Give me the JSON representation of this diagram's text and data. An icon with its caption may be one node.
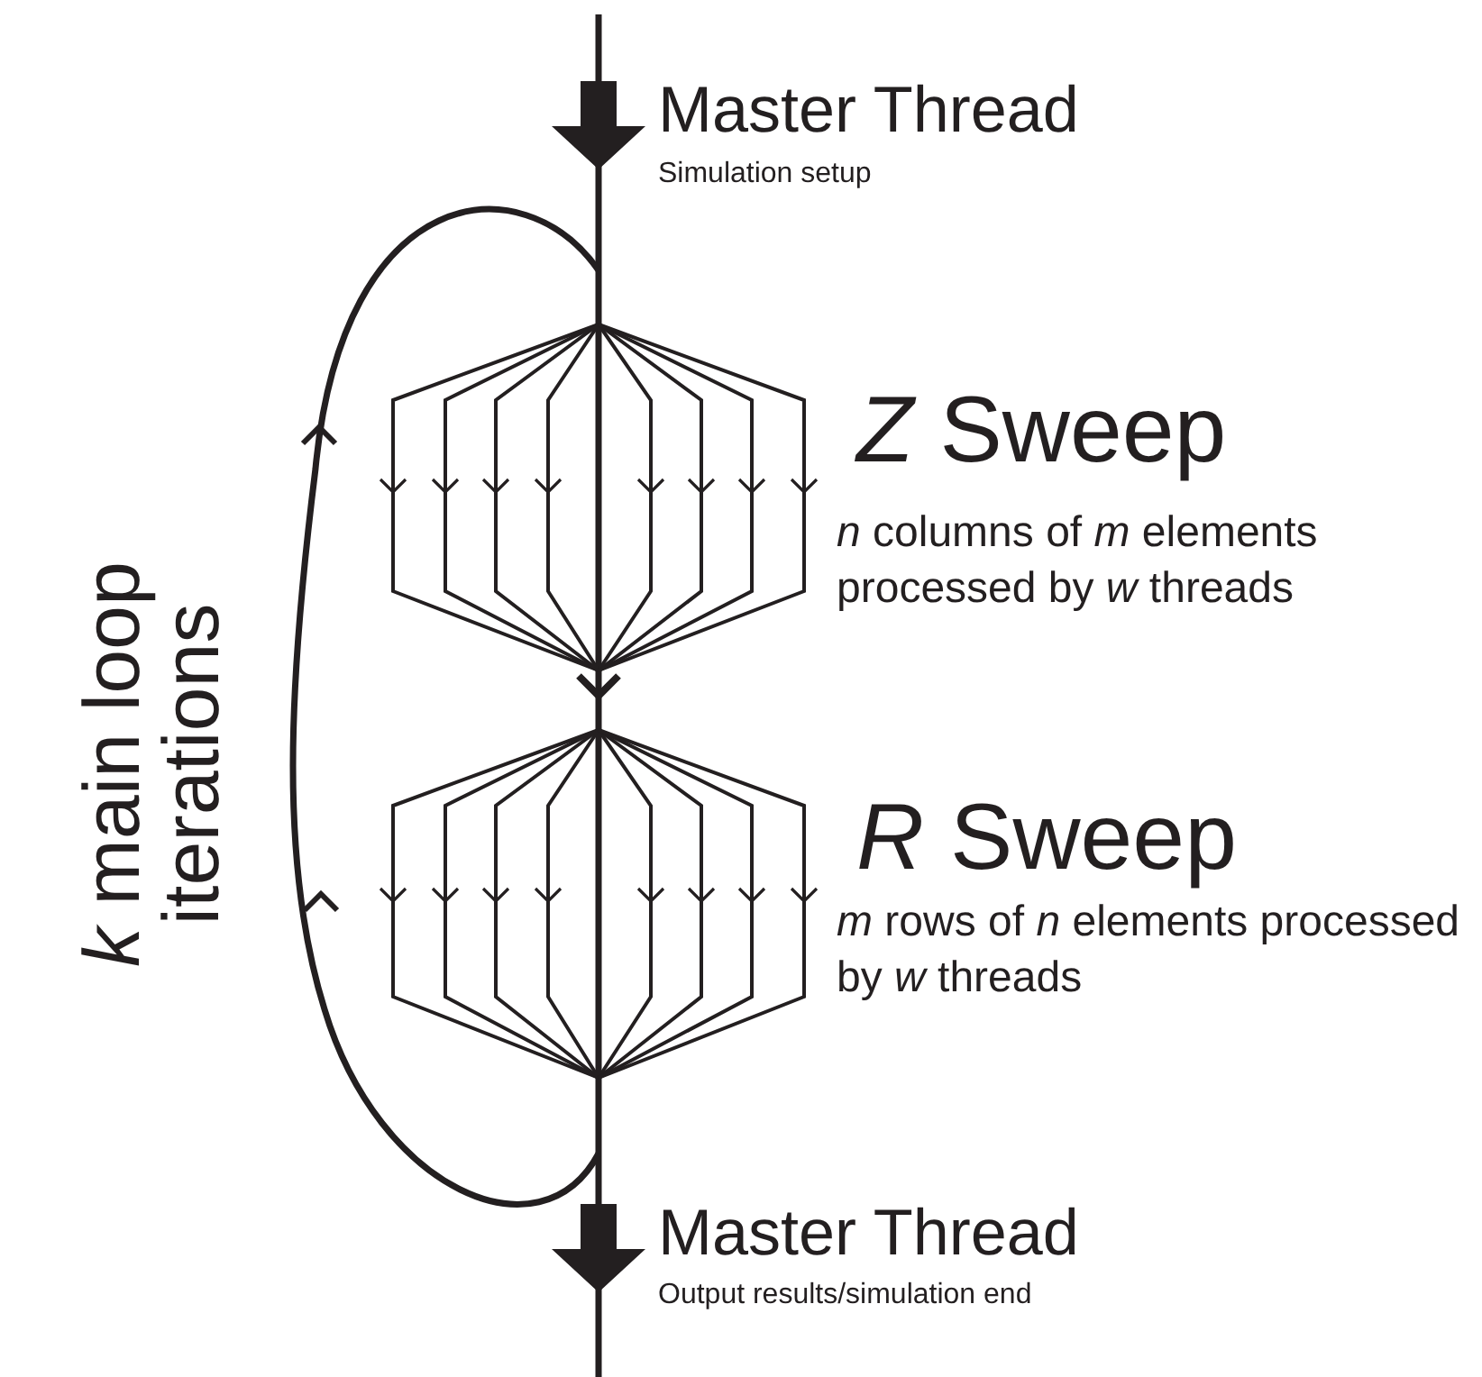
{
  "diagram": {
    "labels": [
      "Master Thread",
      "Simulation setup",
      "*Z* Sweep",
      "*n* columns of *m* elements processed by *w* threads",
      "*R* Sweep",
      "*m* rows of *n* elements processed by *w* threads",
      "*k* main loop iterations",
      "Master Thread",
      "Output results/simulation end"
    ]
  }
}
